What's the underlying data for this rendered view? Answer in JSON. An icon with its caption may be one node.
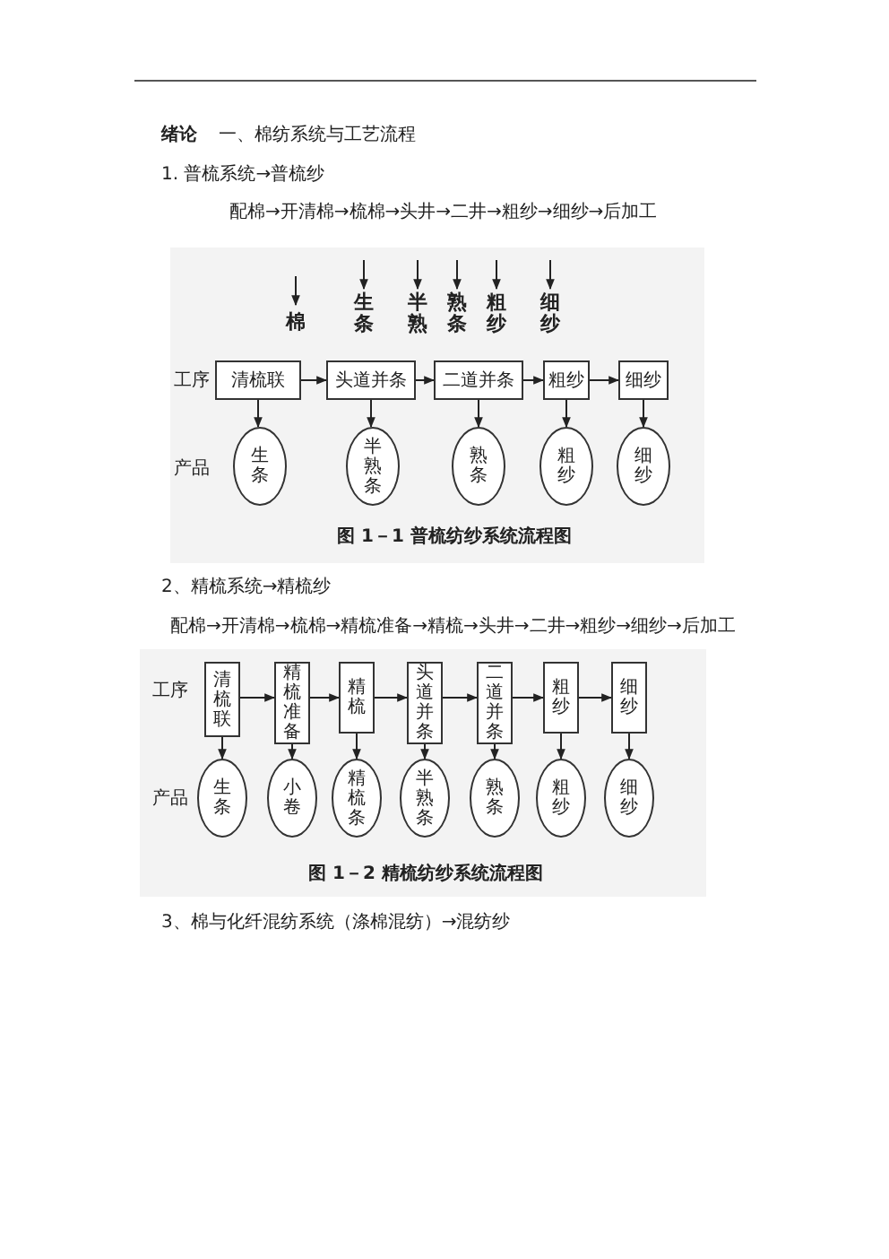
{
  "diagram": {
    "nodes": [
      {
        "text": [
          "棉"
        ]
      },
      {
        "text": [
          "生条"
        ]
      },
      {
        "text": [
          "半熟"
        ]
      },
      {
        "text": [
          "熟条"
        ]
      },
      {
        "text": [
          "粗纱"
        ]
      },
      {
        "text": [
          "细纱"
        ]
      },
      {
        "text": [
          "清梳联"
        ]
      },
      {
        "text": [
          "头道并条"
        ]
      },
      {
        "text": [
          "二道并条"
        ]
      },
      {
        "text": [
          "粗纱"
        ]
      },
      {
        "text": [
          "细纱"
        ]
      },
      {
        "text": [
          "生条"
        ]
      },
      {
        "text": [
          "半熟条"
        ]
      },
      {
        "text": [
          "熟条"
        ]
      },
      {
        "text": [
          "粗纱"
        ]
      },
      {
        "text": [
          "细纱"
        ]
      },
      {
        "text": [
          "清梳联"
        ]
      },
      {
        "text": [
          "精梳准备"
        ]
      },
      {
        "text": [
          "精梳"
        ]
      },
      {
        "text": [
          "头道并条"
        ]
      },
      {
        "text": [
          "二道并条"
        ]
      },
      {
        "text": [
          "粗纱"
        ]
      },
      {
        "text": [
          "细纱"
        ]
      },
      {
        "text": [
          "生条"
        ]
      },
      {
        "text": [
          "小卷"
        ]
      },
      {
        "text": [
          "精梳条"
        ]
      },
      {
        "text": [
          "半熟条"
        ]
      },
      {
        "text": [
          "熟条"
        ]
      },
      {
        "text": [
          "粗纱"
        ]
      },
      {
        "text": [
          "细纱"
        ]
      }
    ],
    "edges": [
      {
        "from": null,
        "to": 0,
        "arrow": "to"
      },
      {
        "from": null,
        "to": 1,
        "arrow": "to"
      },
      {
        "from": null,
        "to": 2,
        "arrow": "to"
      },
      {
        "from": null,
        "to": 3,
        "arrow": "to"
      },
      {
        "from": null,
        "to": 4,
        "arrow": "to"
      },
      {
        "from": null,
        "to": 5,
        "arrow": "to"
      },
      {
        "from": 6,
        "to": 7,
        "arrow": "to"
      },
      {
        "from": 7,
        "to": 8,
        "arrow": "to"
      },
      {
        "from": 8,
        "to": 9,
        "arrow": "to"
      },
      {
        "from": 9,
        "to": 10,
        "arrow": "to"
      },
      {
        "from": 6,
        "to": 11,
        "arrow": "to"
      },
      {
        "from": 7,
        "to": 12,
        "arrow": "to"
      },
      {
        "from": 8,
        "to": 13,
        "arrow": "to"
      },
      {
        "from": 9,
        "to": 14,
        "arrow": "to"
      },
      {
        "from": 10,
        "to": 15,
        "arrow": "to"
      },
      {
        "from": 16,
        "to": 17,
        "arrow": "to"
      },
      {
        "from": 17,
        "to": 18,
        "arrow": "to"
      },
      {
        "from": 18,
        "to": 19,
        "arrow": "to"
      },
      {
        "from": 19,
        "to": 20,
        "arrow": "to"
      },
      {
        "from": 20,
        "to": 21,
        "arrow": "to"
      },
      {
        "from": 21,
        "to": 22,
        "arrow": "to"
      },
      {
        "from": 16,
        "to": 23,
        "arrow": "to"
      },
      {
        "from": 17,
        "to": 24,
        "arrow": "to"
      },
      {
        "from": 18,
        "to": 25,
        "arrow": "to"
      },
      {
        "from": 19,
        "to": 26,
        "arrow": "to"
      },
      {
        "from": 20,
        "to": 27,
        "arrow": "to"
      },
      {
        "from": 21,
        "to": 28,
        "arrow": "to"
      },
      {
        "from": 22,
        "to": 29,
        "arrow": "to"
      }
    ],
    "labels": [
      "绪论",
      "一、棉纺系统与工艺流程",
      "1. 普梳系统→普梳纱",
      "配棉→开清棉→梳棉→头井→二井→粗纱→细纱→后加工",
      "工序",
      "产品",
      "图 1－1 普梳纺纱系统流程图",
      "2、精梳系统→精梳纱",
      "配棉→开清棉→梳棉→精梳准备→精梳→头井→二井→粗纱→细纱→后加工",
      "工序",
      "产品",
      "图 1－2 精梳纺纱系统流程图",
      "3、棉与化纤混纺系统（涤棉混纺）→混纺纱"
    ]
  }
}
